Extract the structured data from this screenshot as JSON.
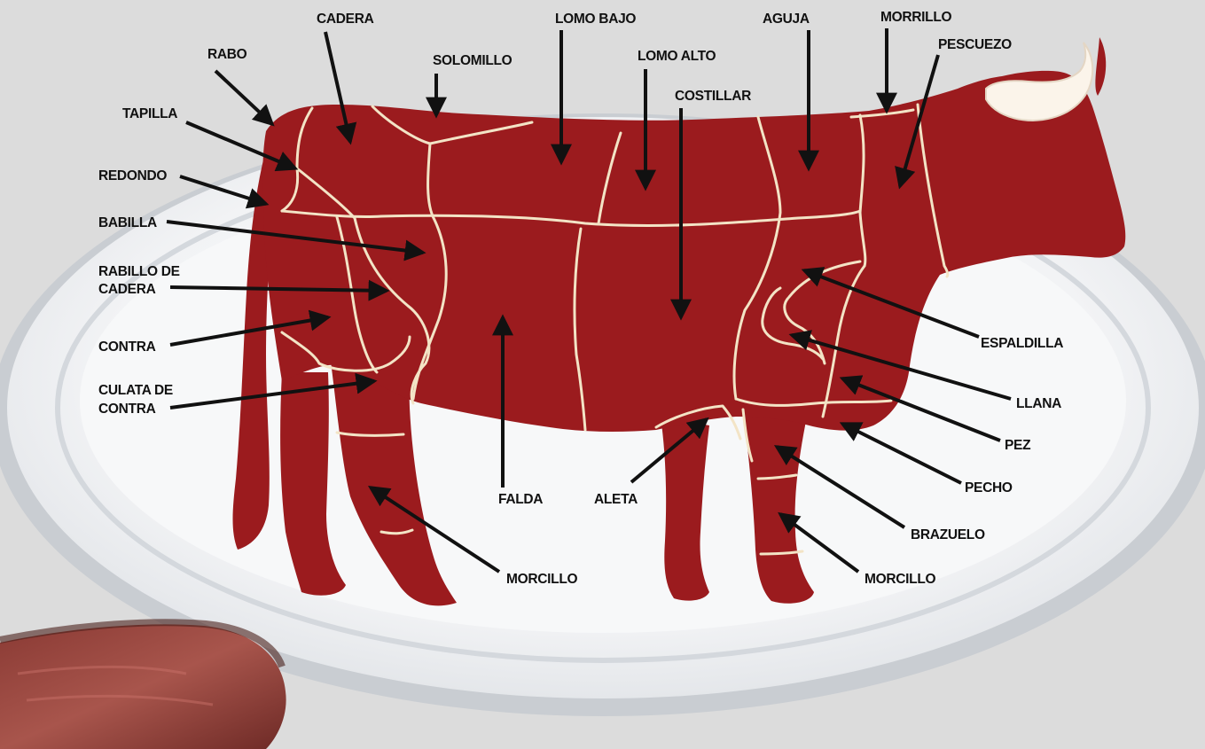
{
  "colors": {
    "background": "#dcdcdc",
    "plate": "#f4f5f6",
    "meat": "#9b1b1e",
    "cut_lines": "#f3e4c6",
    "horn": "#fbf4ea",
    "labels": "#111111"
  },
  "labels": {
    "cadera": "CADERA",
    "lomo_bajo": "LOMO BAJO",
    "aguja": "AGUJA",
    "morrillo": "MORRILLO",
    "rabo": "RABO",
    "solomillo": "SOLOMILLO",
    "lomo_alto": "LOMO ALTO",
    "pescuezo": "PESCUEZO",
    "costillar": "COSTILLAR",
    "tapilla": "TAPILLA",
    "redondo": "REDONDO",
    "babilla": "BABILLA",
    "rabillo_de_cadera": [
      "RABILLO DE",
      "CADERA"
    ],
    "contra": "CONTRA",
    "culata_de_contra": [
      "CULATA DE",
      "CONTRA"
    ],
    "espaldilla": "ESPALDILLA",
    "llana": "LLANA",
    "pez": "PEZ",
    "pecho": "PECHO",
    "brazuelo": "BRAZUELO",
    "falda": "FALDA",
    "aleta": "ALETA",
    "morcillo_trasero": "MORCILLO",
    "morcillo_delantero": "MORCILLO"
  }
}
